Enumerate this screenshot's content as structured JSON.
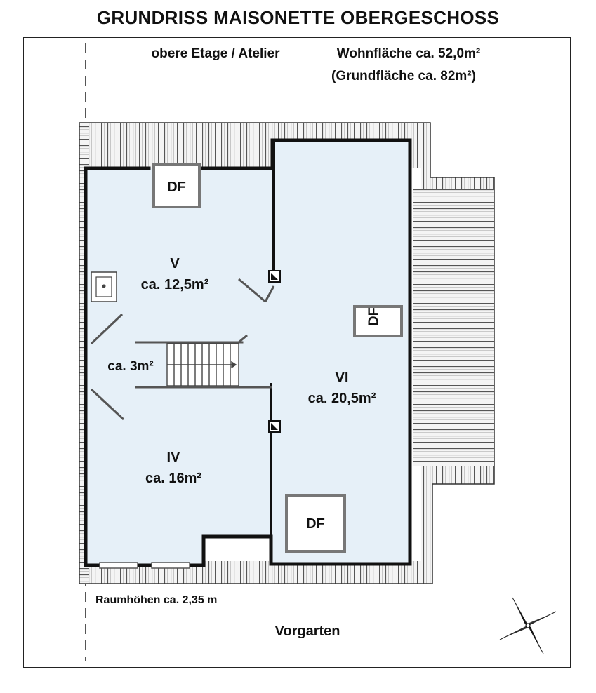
{
  "title": "GRUNDRISS MAISONETTE OBERGESCHOSS",
  "subtitle": "obere Etage / Atelier",
  "area": {
    "living": "Wohnfläche ca. 52,0m²",
    "ground": "(Grundfläche ca. 82m²)"
  },
  "rooms": {
    "v": {
      "name": "V",
      "size": "ca. 12,5m²"
    },
    "stair": {
      "size": "ca. 3m²"
    },
    "vi": {
      "name": "VI",
      "size": "ca. 20,5m²"
    },
    "iv": {
      "name": "IV",
      "size": "ca. 16m²"
    }
  },
  "skylight_label": "DF",
  "ceiling_height": "Raumhöhen ca. 2,35 m",
  "garden": "Vorgarten",
  "colors": {
    "floor": "#e6f0f8",
    "wall": "#111111",
    "roof": "#ffffff",
    "skylight_border": "#777777"
  },
  "compass_icon": "compass-rose-icon"
}
